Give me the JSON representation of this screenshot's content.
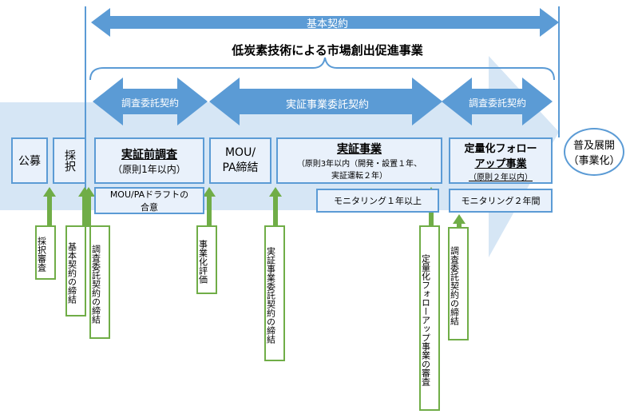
{
  "top_arrow_label": "基本契約",
  "program_title": "低炭素技術による市場創出促進事業",
  "sub_arrows": {
    "left": "調査委託契約",
    "middle": "実証事業委託契約",
    "right": "調査委託契約"
  },
  "phases": {
    "koubo": "公募",
    "saitaku": "採択",
    "jisshomae_title": "実証前調査",
    "jisshomae_sub": "（原則1年以内）",
    "mou_line1": "MOU/",
    "mou_line2": "PA締結",
    "jissho_title": "実証事業",
    "jissho_sub1": "（原則3年以内（開発・設置１年、",
    "jissho_sub2": "実証運転２年）",
    "teiryo_title1": "定量化フォロー",
    "teiryo_title2": "アップ事業",
    "teiryo_sub": "（原則２年以内）",
    "fukyu_line1": "普及展開",
    "fukyu_line2": "（事業化）"
  },
  "sub_boxes": {
    "mou_draft_line1": "MOU/PAドラフトの",
    "mou_draft_line2": "合意",
    "monitoring1": "モニタリング１年以上",
    "monitoring2": "モニタリング２年間"
  },
  "milestones": [
    "採択審査",
    "基本契約の締結",
    "調査委託契約の締結",
    "事業化評価",
    "実証事業委託契約の締結",
    "定量化フォローアップ事業の審査",
    "調査委託契約の締結"
  ],
  "colors": {
    "blue": "#5b9bd5",
    "light_blue": "#c5dcf2",
    "box_fill": "#e9f1fb",
    "green": "#70ad47"
  }
}
